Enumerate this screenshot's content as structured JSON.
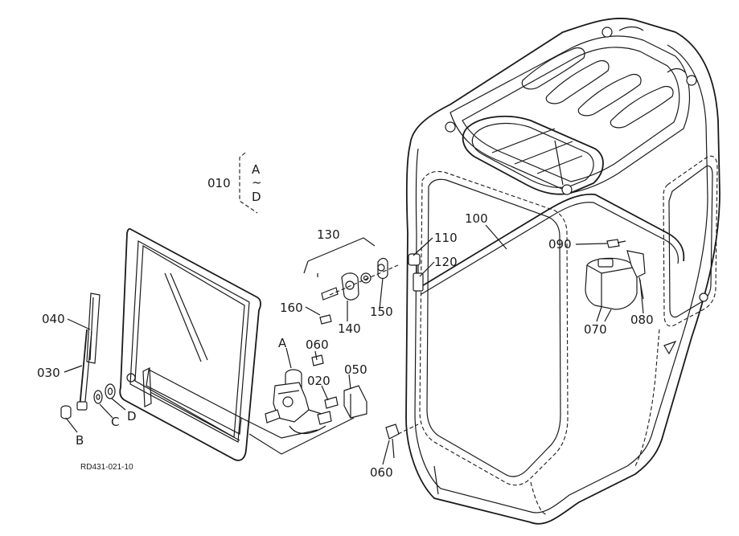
{
  "diagram": {
    "reference_code": "RD431-021-10",
    "group_label": "010",
    "group_range": [
      "A",
      "~",
      "D"
    ],
    "part_labels": {
      "p030": "030",
      "p040": "040",
      "pB": "B",
      "pC": "C",
      "pD": "D",
      "pA": "A",
      "p060a": "060",
      "p060b": "060",
      "p020": "020",
      "p050": "050",
      "p130": "130",
      "p160": "160",
      "p140": "140",
      "p150": "150",
      "p110": "110",
      "p120": "120",
      "p100": "100",
      "p090": "090",
      "p070": "070",
      "p080": "080"
    }
  }
}
